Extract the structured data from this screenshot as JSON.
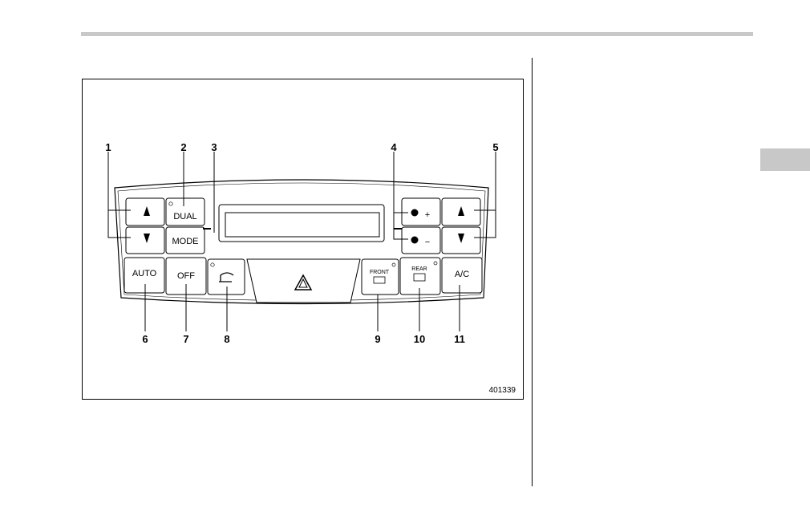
{
  "figure": {
    "id": "401339",
    "callouts": [
      "1",
      "2",
      "3",
      "4",
      "5",
      "6",
      "7",
      "8",
      "9",
      "10",
      "11"
    ],
    "buttons": {
      "dual": "DUAL",
      "mode": "MODE",
      "auto": "AUTO",
      "off": "OFF",
      "front": "FRONT",
      "rear": "REAR",
      "ac": "A/C",
      "fan_plus": "+",
      "fan_minus": "−"
    },
    "icons": [
      "up-arrow-icon",
      "down-arrow-icon",
      "fan-icon",
      "recirculation-icon",
      "hazard-icon",
      "front-defroster-icon",
      "rear-defroster-icon"
    ]
  }
}
